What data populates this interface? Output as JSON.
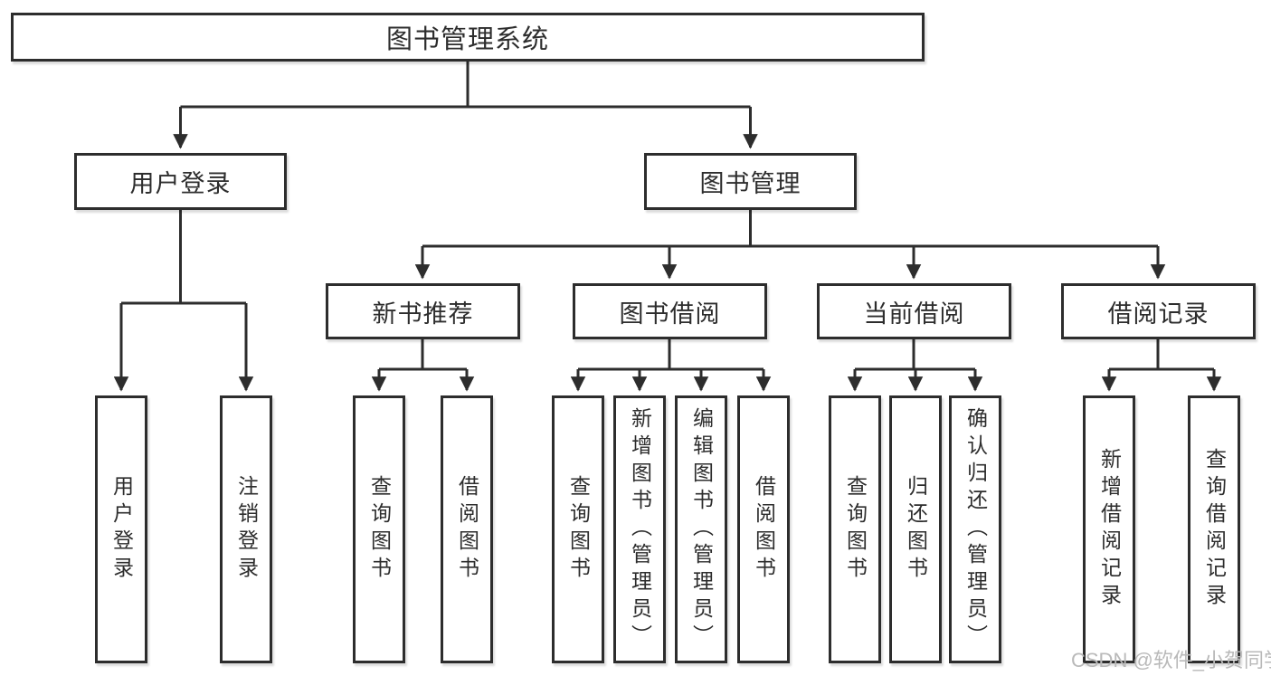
{
  "tree": {
    "label": "图书管理系统",
    "children": [
      {
        "label": "用户登录",
        "children": [
          {
            "label": "用户登录"
          },
          {
            "label": "注销登录"
          }
        ]
      },
      {
        "label": "图书管理",
        "children": [
          {
            "label": "新书推荐",
            "children": [
              {
                "label": "查询图书"
              },
              {
                "label": "借阅图书"
              }
            ]
          },
          {
            "label": "图书借阅",
            "children": [
              {
                "label": "查询图书"
              },
              {
                "label": "新增图书（管理员）"
              },
              {
                "label": "编辑图书（管理员）"
              },
              {
                "label": "借阅图书"
              }
            ]
          },
          {
            "label": "当前借阅",
            "children": [
              {
                "label": "查询图书"
              },
              {
                "label": "归还图书"
              },
              {
                "label": "确认归还（管理员）"
              }
            ]
          },
          {
            "label": "借阅记录",
            "children": [
              {
                "label": "新增借阅记录"
              },
              {
                "label": "查询借阅记录"
              }
            ]
          }
        ]
      }
    ]
  },
  "watermark": {
    "text": "CSDN @软件_小贺同学",
    "color": "#b9b9b9"
  },
  "colors": {
    "line": "#2d2d2d",
    "text": "#2d2d2d",
    "background": "#ffffff"
  }
}
